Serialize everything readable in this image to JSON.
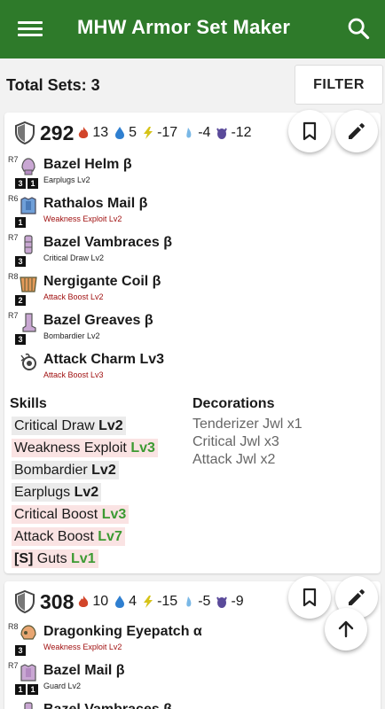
{
  "app": {
    "title": "MHW Armor Set Maker"
  },
  "header": {
    "total_sets": "Total Sets: 3",
    "filter_label": "FILTER"
  },
  "colors": {
    "appbar": "#2e7a2a",
    "skill_red": "#a01010",
    "level_green": "#3c9a32",
    "highlight_pink": "#fae3e3",
    "highlight_gray": "#ebebeb"
  },
  "sets": [
    {
      "defense": "292",
      "resistances": {
        "fire": "13",
        "water": "5",
        "thunder": "-17",
        "ice": "-4",
        "dragon": "-12"
      },
      "pieces": [
        {
          "rarity": "R7",
          "name": "Bazel Helm β",
          "skill": "Earplugs Lv2",
          "skill_style": "dark",
          "slots": [
            "3",
            "1"
          ],
          "icon": "helm-icon"
        },
        {
          "rarity": "R6",
          "name": "Rathalos Mail β",
          "skill": "Weakness Exploit Lv2",
          "skill_style": "red",
          "slots": [
            "1"
          ],
          "icon": "chest-icon"
        },
        {
          "rarity": "R7",
          "name": "Bazel Vambraces β",
          "skill": "Critical Draw Lv2",
          "skill_style": "dark",
          "slots": [
            "3"
          ],
          "icon": "arms-icon"
        },
        {
          "rarity": "R8",
          "name": "Nergigante Coil β",
          "skill": "Attack Boost Lv2",
          "skill_style": "red",
          "slots": [
            "2"
          ],
          "icon": "waist-icon"
        },
        {
          "rarity": "R7",
          "name": "Bazel Greaves β",
          "skill": "Bombardier Lv2",
          "skill_style": "dark",
          "slots": [
            "3"
          ],
          "icon": "legs-icon"
        },
        {
          "rarity": "",
          "name": "Attack Charm Lv3",
          "skill": "Attack Boost Lv3",
          "skill_style": "red",
          "slots": [],
          "icon": "charm-icon"
        }
      ],
      "skills_label": "Skills",
      "skills": [
        {
          "prefix": "",
          "name": "Critical Draw",
          "level": "Lv2",
          "maxed": false,
          "highlight": "gray"
        },
        {
          "prefix": "",
          "name": "Weakness Exploit",
          "level": "Lv3",
          "maxed": true,
          "highlight": "pink"
        },
        {
          "prefix": "",
          "name": "Bombardier",
          "level": "Lv2",
          "maxed": false,
          "highlight": "gray"
        },
        {
          "prefix": "",
          "name": "Earplugs",
          "level": "Lv2",
          "maxed": false,
          "highlight": "gray"
        },
        {
          "prefix": "",
          "name": "Critical Boost",
          "level": "Lv3",
          "maxed": true,
          "highlight": "pink"
        },
        {
          "prefix": "",
          "name": "Attack Boost",
          "level": "Lv7",
          "maxed": true,
          "highlight": "pink"
        },
        {
          "prefix": "[S]",
          "name": "Guts",
          "level": "Lv1",
          "maxed": true,
          "highlight": "pink"
        }
      ],
      "decorations_label": "Decorations",
      "decorations": [
        "Tenderizer Jwl x1",
        "Critical Jwl x3",
        "Attack Jwl x2"
      ]
    },
    {
      "defense": "308",
      "resistances": {
        "fire": "10",
        "water": "4",
        "thunder": "-15",
        "ice": "-5",
        "dragon": "-9"
      },
      "pieces": [
        {
          "rarity": "R8",
          "name": "Dragonking Eyepatch α",
          "skill": "Weakness Exploit Lv2",
          "skill_style": "red",
          "slots": [
            "3"
          ],
          "icon": "helm-icon"
        },
        {
          "rarity": "R7",
          "name": "Bazel Mail β",
          "skill": "Guard Lv2",
          "skill_style": "dark",
          "slots": [
            "1",
            "1"
          ],
          "icon": "chest-icon"
        },
        {
          "rarity": "",
          "name": "Bazel Vambraces β",
          "skill": "",
          "skill_style": "dark",
          "slots": [],
          "icon": "arms-icon"
        }
      ]
    }
  ]
}
